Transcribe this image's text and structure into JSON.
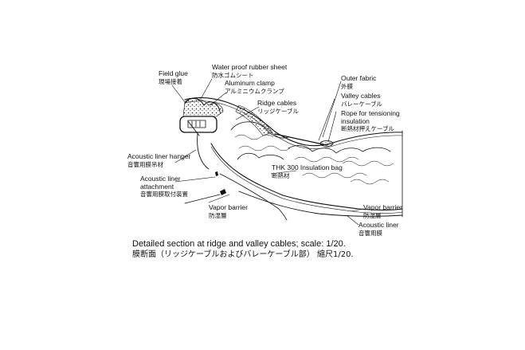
{
  "labels": {
    "field_glue": {
      "en": "Field glue",
      "jp": "現場接着"
    },
    "waterproof_sheet": {
      "en": "Water proof rubber sheet",
      "jp": "防水ゴムシート"
    },
    "aluminum_clamp": {
      "en": "Aluminum clamp",
      "jp": "アルミニウムクランプ"
    },
    "ridge_cables": {
      "en": "Ridge cables",
      "jp": "リッジケーブル"
    },
    "outer_fabric": {
      "en": "Outer fabric",
      "jp": "外膜"
    },
    "valley_cables": {
      "en": "Valley cables",
      "jp": "バレーケーブル"
    },
    "rope": {
      "en": "Rope for tensioning",
      "en2": "insulation",
      "jp": "断熱材押えケーブル"
    },
    "acoustic_hanger": {
      "en": "Acoustic liner hanger",
      "jp": "音響用膜吊材"
    },
    "acoustic_attachment": {
      "en": "Acoustic liner",
      "en2": "attachment",
      "jp": "音響用膜取付装置"
    },
    "insulation_bag": {
      "en": "THK 300 Insulation bag",
      "jp": "断熱材"
    },
    "vapor_barrier_left": {
      "en": "Vapor barrier",
      "jp": "防湿層"
    },
    "vapor_barrier_right": {
      "en": "Vapor barrier",
      "jp": "防湿層"
    },
    "acoustic_liner": {
      "en": "Acoustic liner",
      "jp": "音響用膜"
    }
  },
  "caption": {
    "en": "Detailed section at ridge and valley cables; scale: 1/20.",
    "jp": "膜断面（リッジケーブルおよびバレーケーブル部）  縮尺1/20."
  },
  "colors": {
    "ink": "#111111",
    "background": "#ffffff"
  }
}
